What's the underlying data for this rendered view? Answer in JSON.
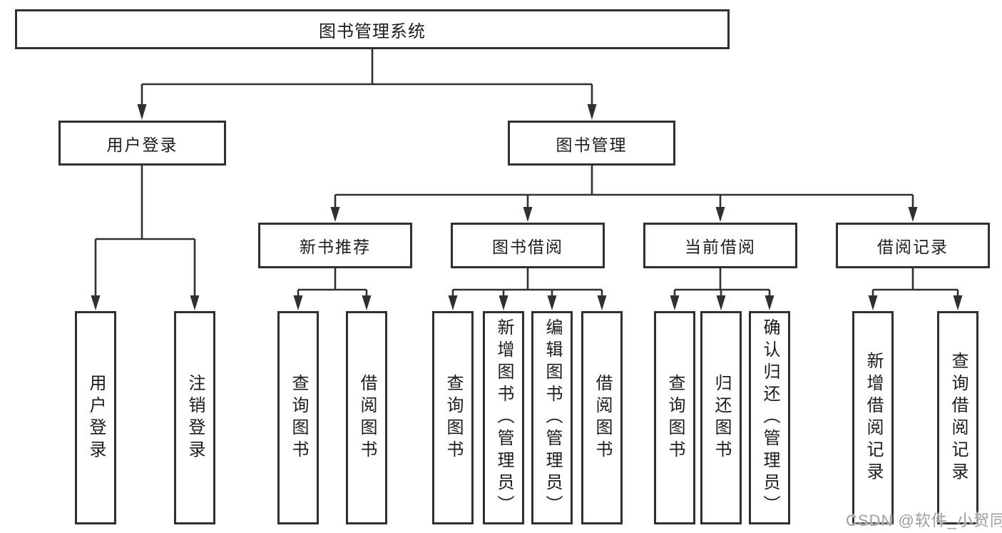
{
  "diagram": {
    "root": {
      "label": "图书管理系统"
    },
    "level2": [
      {
        "label": "用户登录"
      },
      {
        "label": "图书管理"
      }
    ],
    "level3": [
      {
        "label": "新书推荐"
      },
      {
        "label": "图书借阅"
      },
      {
        "label": "当前借阅"
      },
      {
        "label": "借阅记录"
      }
    ],
    "leaves": {
      "login": [
        {
          "label": "用户登录"
        },
        {
          "label": "注销登录"
        }
      ],
      "recommend": [
        {
          "label": "查询图书"
        },
        {
          "label": "借阅图书"
        }
      ],
      "borrow": [
        {
          "label": "查询图书"
        },
        {
          "label": "新增图书（管理员）"
        },
        {
          "label": "编辑图书（管理员）"
        },
        {
          "label": "借阅图书"
        }
      ],
      "current": [
        {
          "label": "查询图书"
        },
        {
          "label": "归还图书"
        },
        {
          "label": "确认归还（管理员）"
        }
      ],
      "records": [
        {
          "label": "新增借阅记录"
        },
        {
          "label": "查询借阅记录"
        }
      ]
    }
  },
  "watermark": {
    "text": "CSDN @软件_小贺同学"
  },
  "colors": {
    "line": "#303030",
    "box_border": "#303030",
    "text": "#1c1c1c",
    "watermark": "#9e9e9e",
    "background": "#ffffff"
  }
}
